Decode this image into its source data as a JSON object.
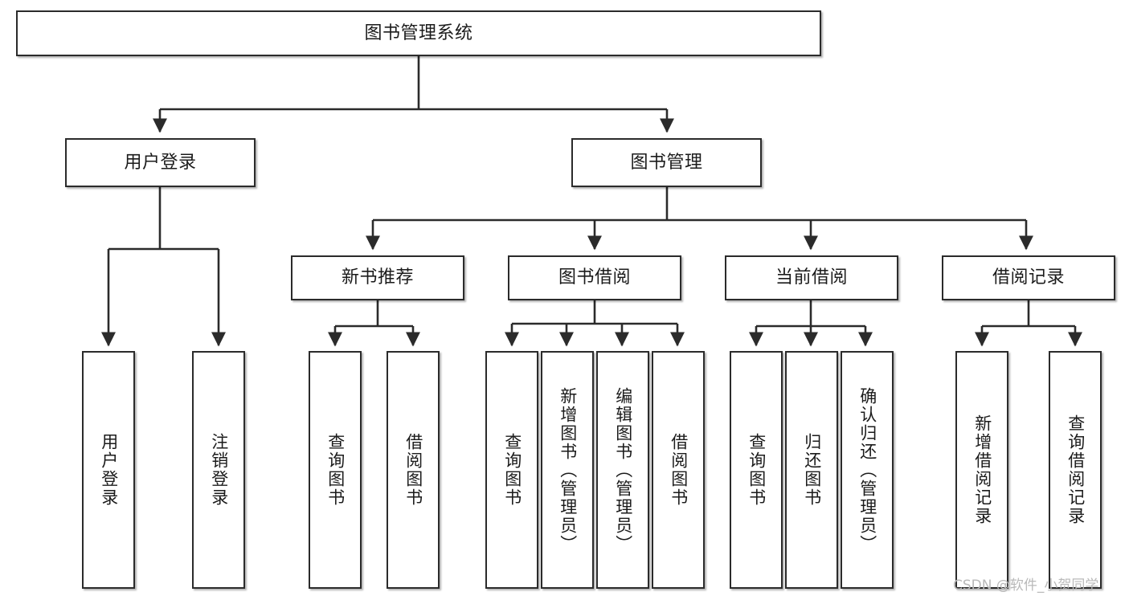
{
  "diagram": {
    "title": "图书管理系统",
    "watermark": "CSDN @软件_小贺同学",
    "colors": {
      "stroke": "#2b2b2b",
      "text": "#1b1b1b",
      "background": "#ffffff",
      "watermark": "#b9b9b9"
    },
    "root": {
      "label": "图书管理系统"
    },
    "level2": [
      {
        "label": "用户登录"
      },
      {
        "label": "图书管理"
      }
    ],
    "level3": [
      {
        "label": "新书推荐"
      },
      {
        "label": "图书借阅"
      },
      {
        "label": "当前借阅"
      },
      {
        "label": "借阅记录"
      }
    ],
    "leaves": {
      "user_login": [
        {
          "label": "用户登录"
        },
        {
          "label": "注销登录"
        }
      ],
      "new_book_recommend": [
        {
          "label": "查询图书"
        },
        {
          "label": "借阅图书"
        }
      ],
      "book_borrow": [
        {
          "label": "查询图书"
        },
        {
          "label": "新增图书（管理员）"
        },
        {
          "label": "编辑图书（管理员）"
        },
        {
          "label": "借阅图书"
        }
      ],
      "current_borrow": [
        {
          "label": "查询图书"
        },
        {
          "label": "归还图书"
        },
        {
          "label": "确认归还（管理员）"
        }
      ],
      "borrow_record": [
        {
          "label": "新增借阅记录"
        },
        {
          "label": "查询借阅记录"
        }
      ]
    }
  }
}
